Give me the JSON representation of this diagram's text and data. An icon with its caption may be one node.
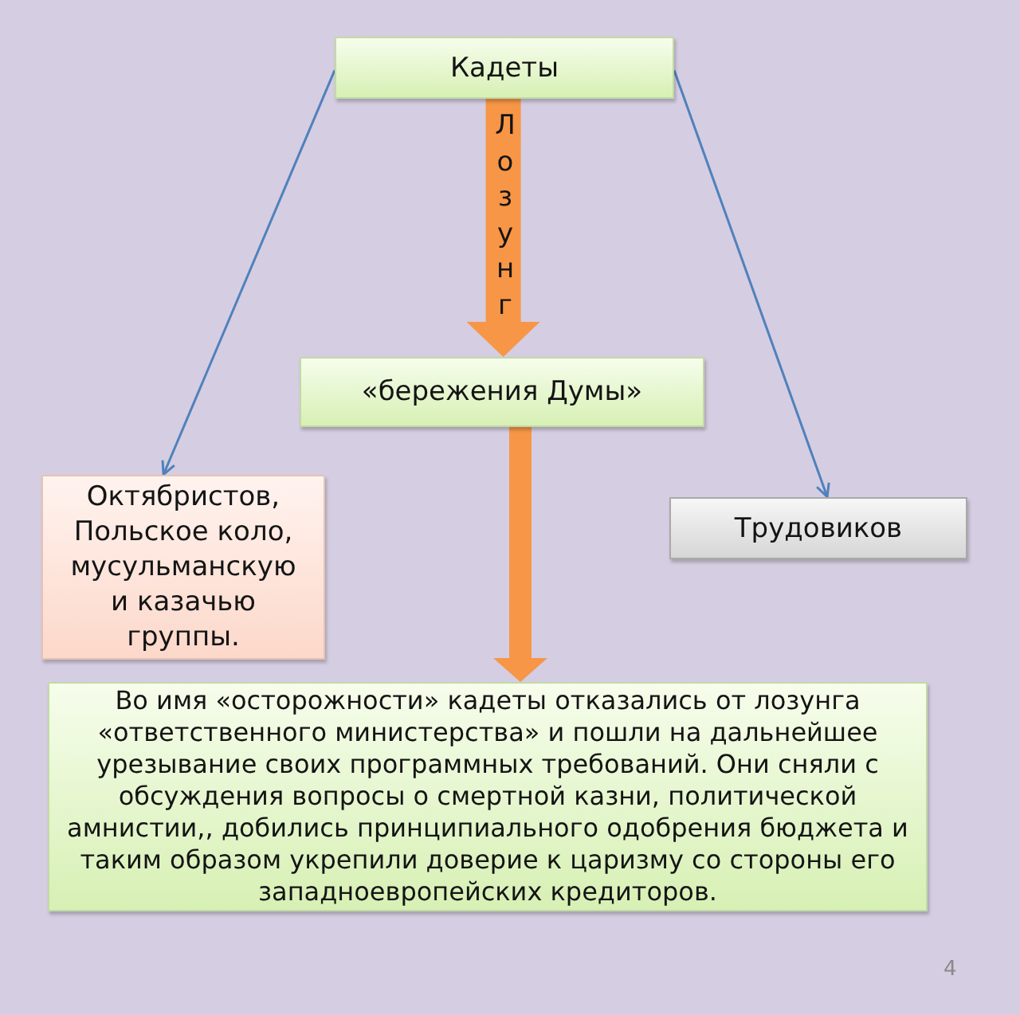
{
  "diagram": {
    "nodes": [
      {
        "text": [
          "Кадеты"
        ]
      },
      {
        "text": [
          "«бережения Думы»"
        ]
      },
      {
        "text": [
          "Октябристов, Польское коло, мусульманскую и казачью группы."
        ]
      },
      {
        "text": [
          "Трудовиков"
        ]
      },
      {
        "text": [
          "Во имя «осторожности» кадеты отказались от лозунга «ответственного министерства» и пошли на дальнейшее урезывание своих программных требований. Они сняли с обсуждения вопросы о смертной казни, политической амнистии,, добились принципиального одобрения бюджета и таким образом укрепили доверие к царизму со стороны его западноевропейских кредиторов."
        ]
      }
    ],
    "edges": [
      {
        "from": 0,
        "to": 2,
        "arrow": "to"
      },
      {
        "from": 0,
        "to": 1,
        "arrow": "to",
        "label": "Лозунг",
        "style": "thick",
        "color": "#f79646"
      },
      {
        "from": 0,
        "to": 3,
        "arrow": "to"
      },
      {
        "from": 1,
        "to": 4,
        "arrow": "to",
        "style": "thick",
        "color": "#f79646"
      }
    ],
    "labels": [
      "4"
    ]
  }
}
